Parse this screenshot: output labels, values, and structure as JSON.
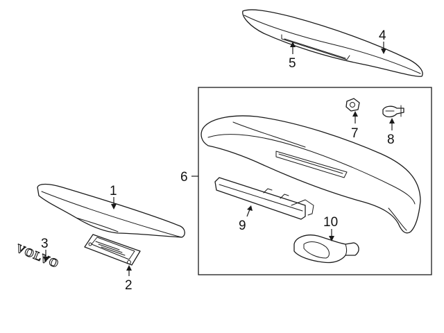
{
  "callouts": {
    "c1": "1",
    "c2": "2",
    "c3": "3",
    "c4": "4",
    "c5": "5",
    "c6": "6",
    "c7": "7",
    "c8": "8",
    "c9": "9",
    "c10": "10"
  },
  "emblem_text": "VOLVO"
}
